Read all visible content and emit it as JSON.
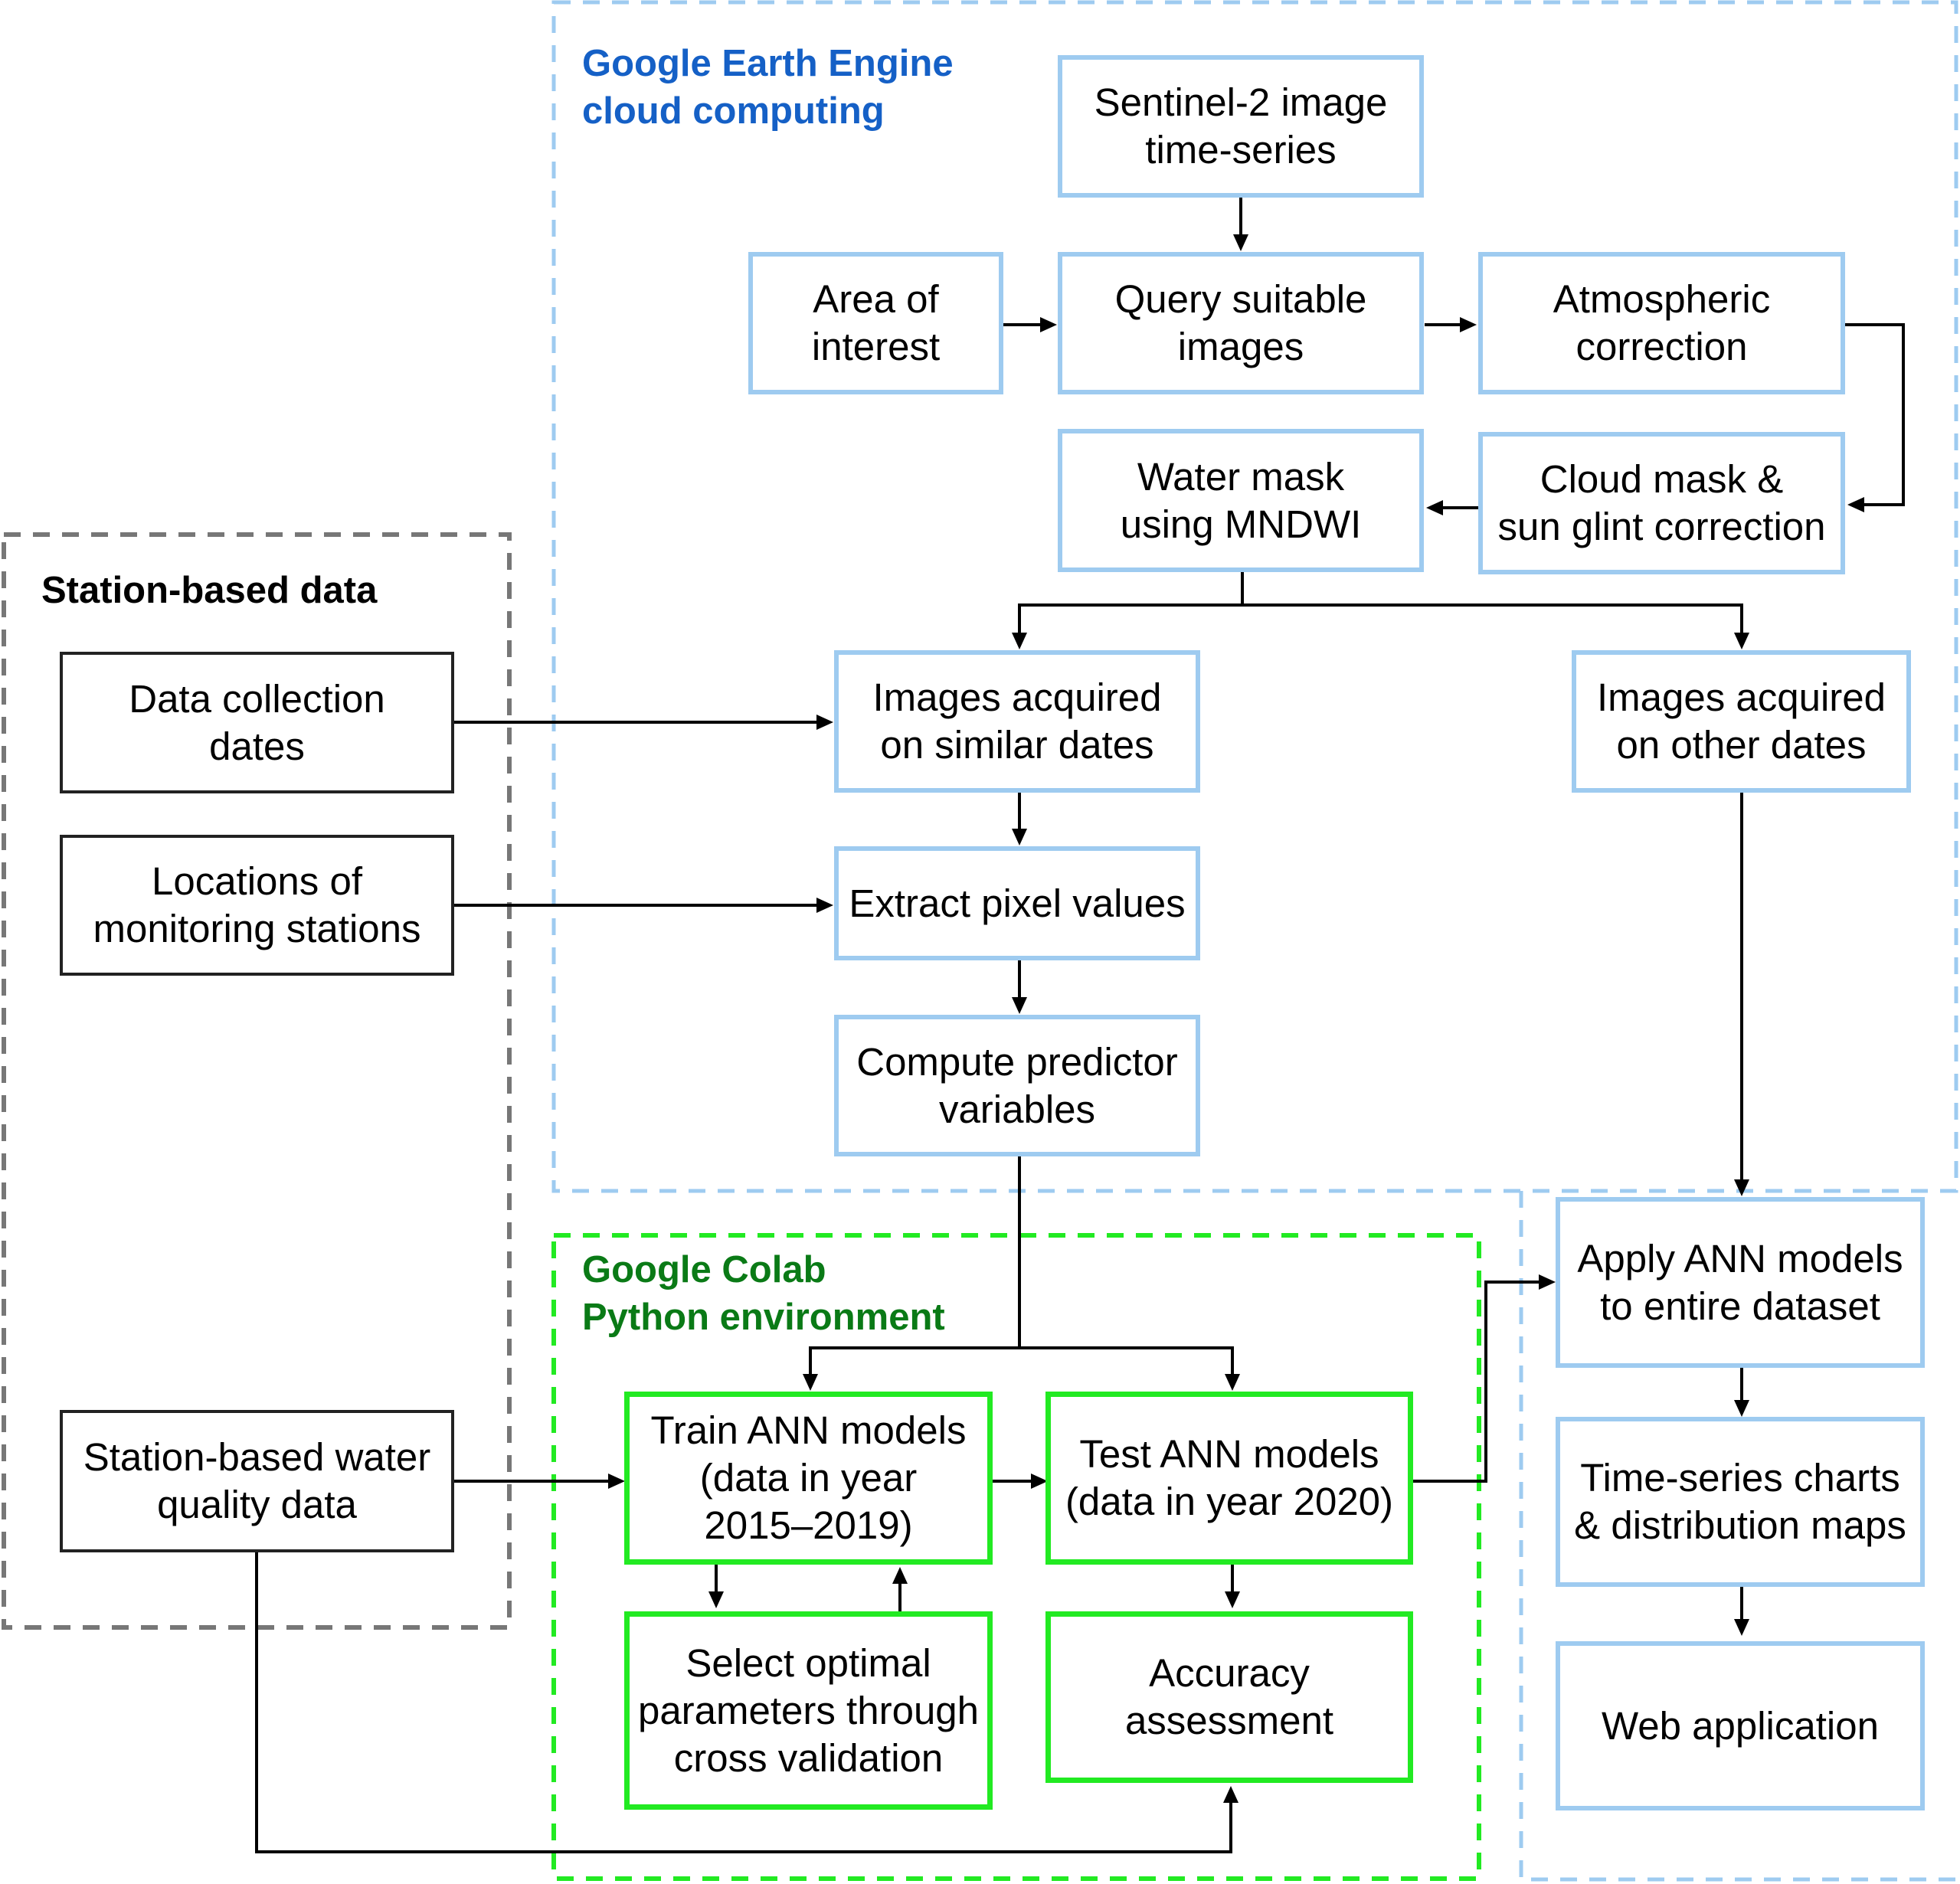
{
  "groups": {
    "gee": "Google Earth Engine\ncloud computing",
    "colab": "Google Colab\nPython environment",
    "station": "Station-based data"
  },
  "boxes": {
    "sentinel": "Sentinel-2 image\ntime-series",
    "aoi": "Area of\ninterest",
    "query": "Query suitable\nimages",
    "atmos": "Atmospheric\ncorrection",
    "water_mask": "Water mask\nusing MNDWI",
    "cloud_mask": "Cloud mask &\nsun glint correction",
    "similar_dates": "Images acquired\non similar dates",
    "other_dates": "Images acquired\non other dates",
    "extract": "Extract pixel values",
    "compute": "Compute predictor\nvariables",
    "collection_dates": "Data collection\ndates",
    "locations": "Locations of\nmonitoring stations",
    "station_wq": "Station-based water\nquality data",
    "train": "Train ANN models\n(data in year\n2015–2019)",
    "test": "Test ANN models\n(data in year 2020)",
    "select": "Select optimal\nparameters through\ncross validation",
    "accuracy": "Accuracy\nassessment",
    "apply": "Apply ANN models\nto entire dataset",
    "charts": "Time-series charts\n& distribution maps",
    "webapp": "Web application"
  },
  "colors": {
    "gee_border": "#9ecbf0",
    "gee_label": "#1560c6",
    "colab_border": "#22ea22",
    "colab_label": "#0a7a16",
    "station_border": "#777777",
    "arrow": "#000000"
  }
}
